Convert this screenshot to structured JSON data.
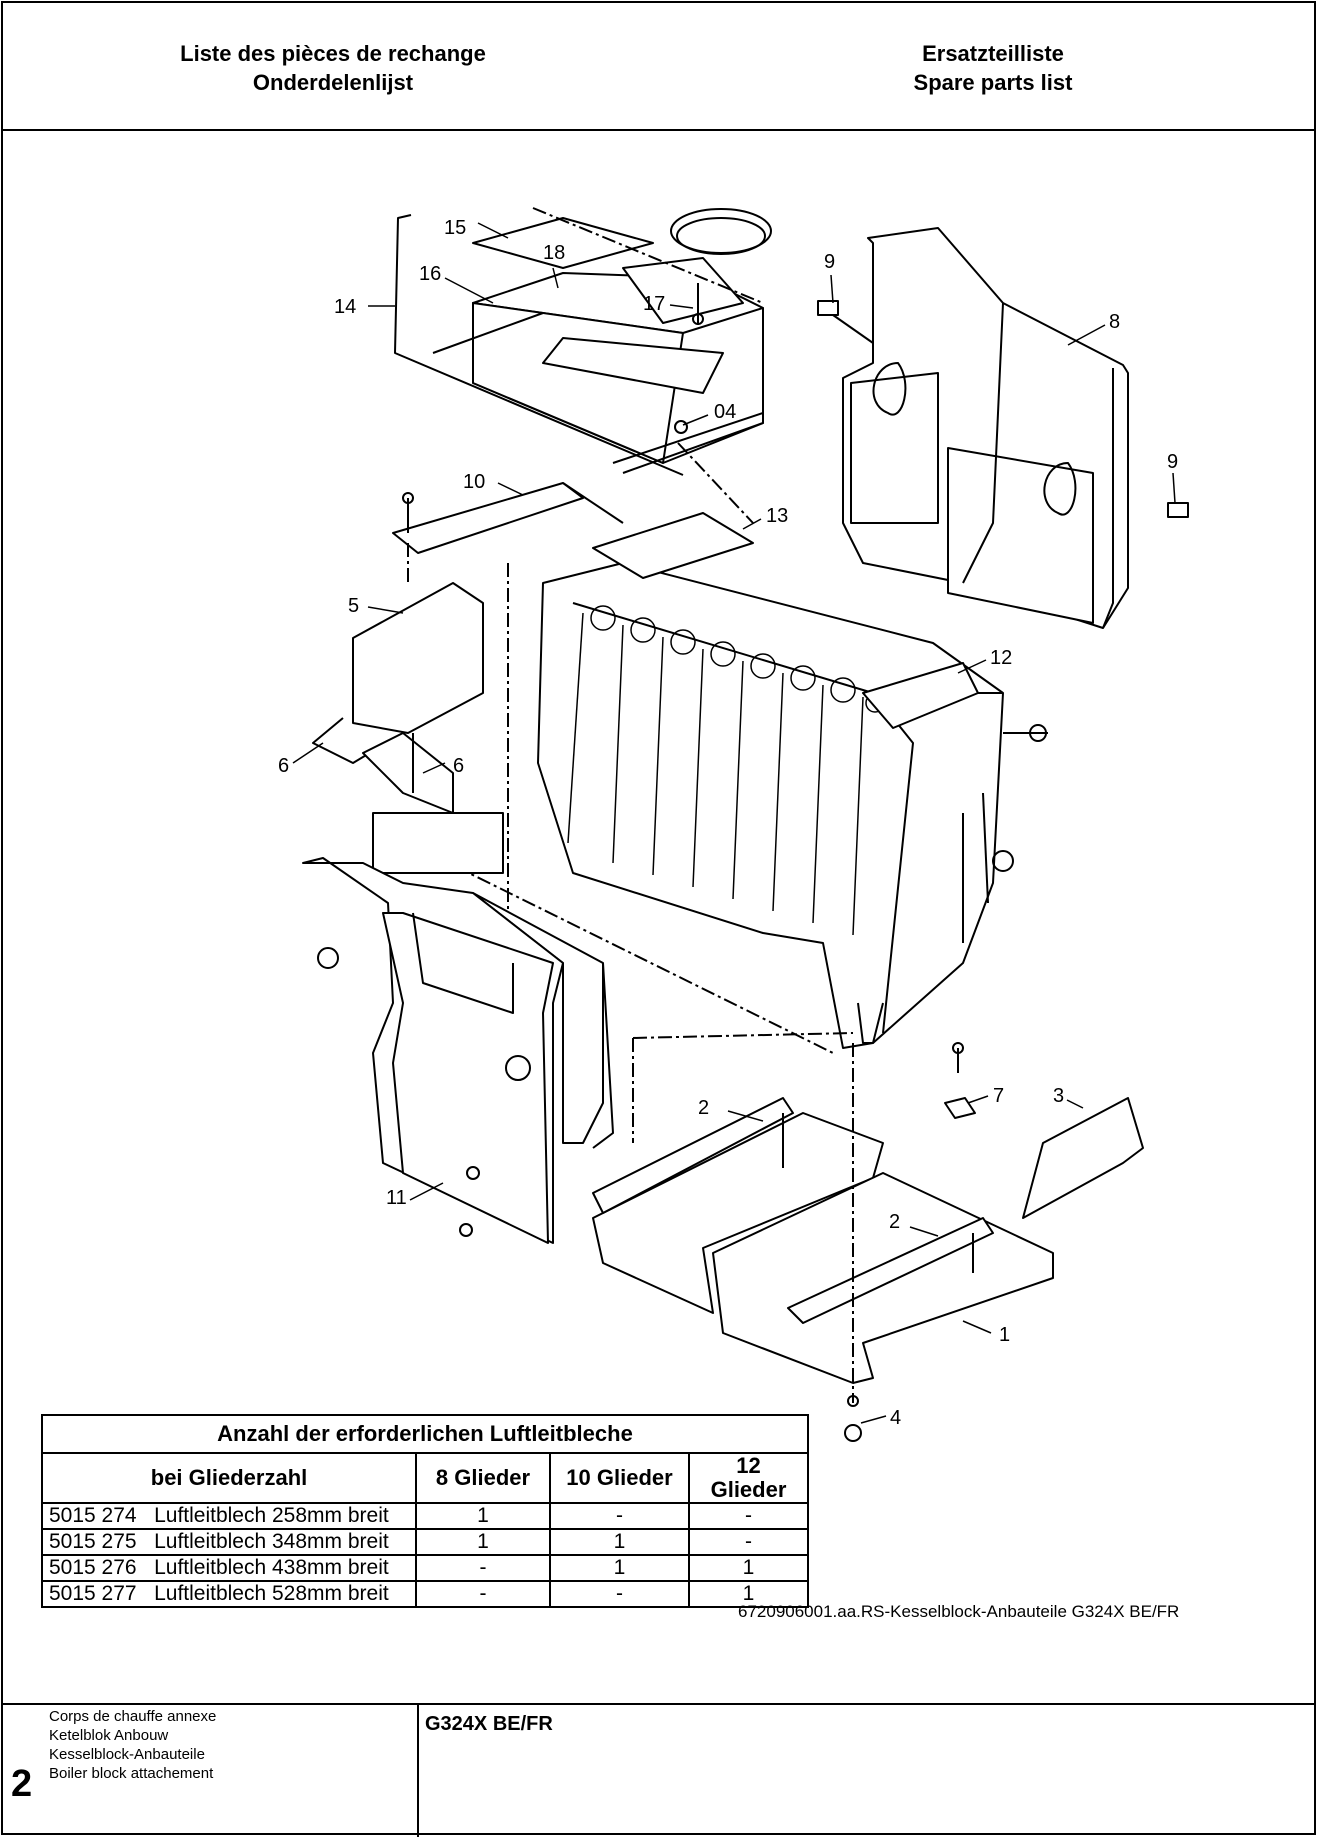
{
  "header": {
    "left_lines": [
      "Liste des pièces de rechange",
      "Onderdelenlijst"
    ],
    "right_lines": [
      "Ersatzteilliste",
      "Spare parts list"
    ]
  },
  "callouts": [
    "15",
    "18",
    "16",
    "14",
    "17",
    "04",
    "9",
    "8",
    "9",
    "10",
    "13",
    "5",
    "12",
    "6",
    "6",
    "11",
    "2",
    "7",
    "3",
    "2",
    "1",
    "4"
  ],
  "table": {
    "title": "Anzahl der erforderlichen Luftleitbleche",
    "headers": [
      "bei Gliederzahl",
      "8 Glieder",
      "10 Glieder",
      "12 Glieder"
    ],
    "rows": [
      [
        "5015 274   Luftleitblech 258mm breit",
        "1",
        "-",
        "-"
      ],
      [
        "5015 275   Luftleitblech 348mm breit",
        "1",
        "1",
        "-"
      ],
      [
        "5015 276   Luftleitblech 438mm breit",
        "-",
        "1",
        "1"
      ],
      [
        "5015 277   Luftleitblech 528mm breit",
        "-",
        "-",
        "1"
      ]
    ]
  },
  "drawing_id": "6720906001.aa.RS-Kesselblock-Anbauteile G324X BE/FR",
  "footer": {
    "section_number": "2",
    "names": [
      "Corps de chauffe annexe",
      "Ketelblok Anbouw",
      "Kesselblock-Anbauteile",
      "Boiler block attachement"
    ],
    "model": "G324X BE/FR"
  }
}
